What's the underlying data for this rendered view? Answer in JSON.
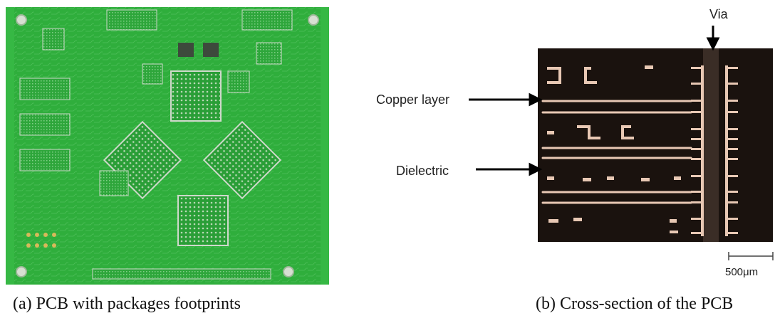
{
  "figure": {
    "panel_a": {
      "caption": "(a) PCB with packages footprints",
      "board_color": "#2fae3c",
      "trace_color": "#8fe09a",
      "pad_color": "#c9d3c5"
    },
    "panel_b": {
      "caption": "(b) Cross-section of the PCB",
      "labels": {
        "copper": "Copper layer",
        "dielectric": "Dielectric",
        "via": "Via"
      },
      "scale_bar": "500μm",
      "background_color": "#1a120e",
      "copper_color": "#e8c8b4"
    }
  }
}
